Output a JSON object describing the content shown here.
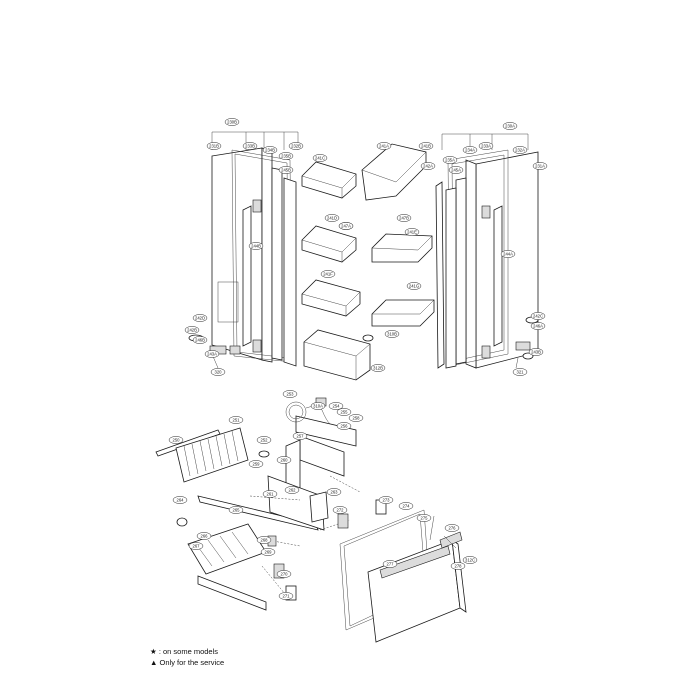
{
  "diagram": {
    "callouts": [
      "230B",
      "230A",
      "231B",
      "231A",
      "233B",
      "233A",
      "234B",
      "234A",
      "235B",
      "235A",
      "232B",
      "232A",
      "241A",
      "241B",
      "241C",
      "241D",
      "241E",
      "241F",
      "241G",
      "241H",
      "242A",
      "242B",
      "242C",
      "242D",
      "243A",
      "243B",
      "244B",
      "244A",
      "245B",
      "245A",
      "246A",
      "246B",
      "247A",
      "247B",
      "312B",
      "312C",
      "310B",
      "310A",
      "320",
      "321",
      "250",
      "251",
      "252",
      "253",
      "254",
      "255",
      "256",
      "257",
      "258",
      "259",
      "260",
      "261",
      "262",
      "263",
      "264",
      "265",
      "266",
      "267",
      "268",
      "269",
      "270",
      "271",
      "272",
      "273",
      "274",
      "275",
      "276",
      "277",
      "278"
    ],
    "legend": [
      {
        "symbol": "★",
        "text": ": on some models"
      },
      {
        "symbol": "▲",
        "text": "Only for the service"
      }
    ]
  }
}
